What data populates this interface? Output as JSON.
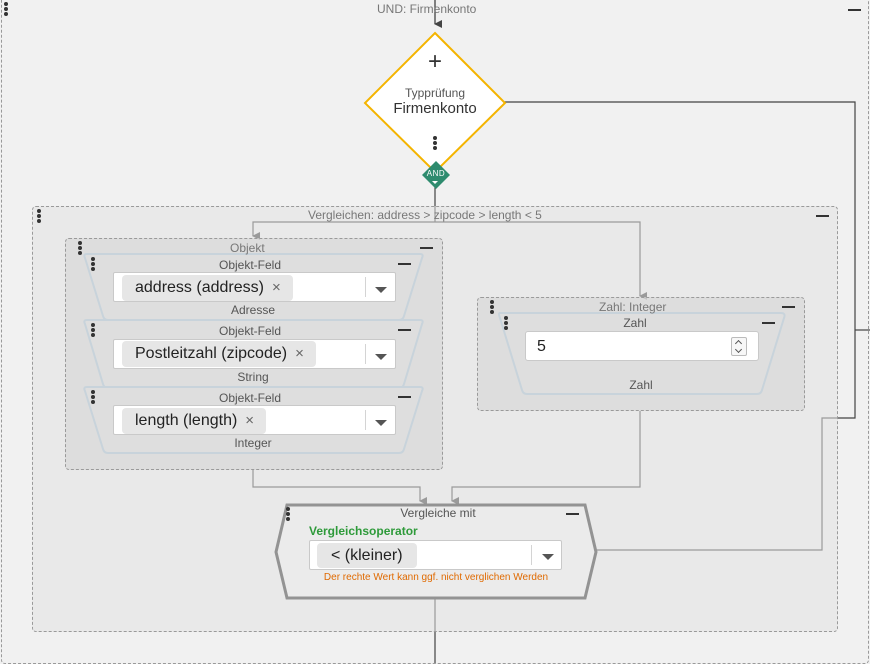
{
  "outer_group": {
    "title": "UND: Firmenkonto"
  },
  "type_check": {
    "plus": "+",
    "subtitle": "Typprüfung",
    "title": "Firmenkonto"
  },
  "and_badge": {
    "label": "AND"
  },
  "compare_group": {
    "title": "Vergleichen: address > zipcode > length < 5"
  },
  "object_group": {
    "title": "Objekt",
    "fields": [
      {
        "header": "Objekt-Feld",
        "value": "address (address)",
        "type": "Adresse"
      },
      {
        "header": "Objekt-Feld",
        "value": "Postleitzahl (zipcode)",
        "type": "String"
      },
      {
        "header": "Objekt-Feld",
        "value": "length (length)",
        "type": "Integer"
      }
    ]
  },
  "number_group": {
    "title": "Zahl: Integer",
    "node_header": "Zahl",
    "value": "5",
    "type": "Zahl"
  },
  "compare_node": {
    "header": "Vergleiche mit",
    "label": "Vergleichsoperator",
    "operator": "< (kleiner)",
    "warning": "Der rechte Wert kann ggf. nicht verglichen Werden"
  },
  "colors": {
    "diamond_border": "#f4b400",
    "field_border": "#5aaee6",
    "and_badge": "#2e8b6e",
    "label_green": "#2e9a3a",
    "warning_orange": "#e06a00"
  },
  "icons": {
    "close": "×",
    "chevron": "chevron-down-icon",
    "spinner": "spinner-icon",
    "menu": "kebab-menu-icon",
    "collapse": "minus-icon"
  }
}
